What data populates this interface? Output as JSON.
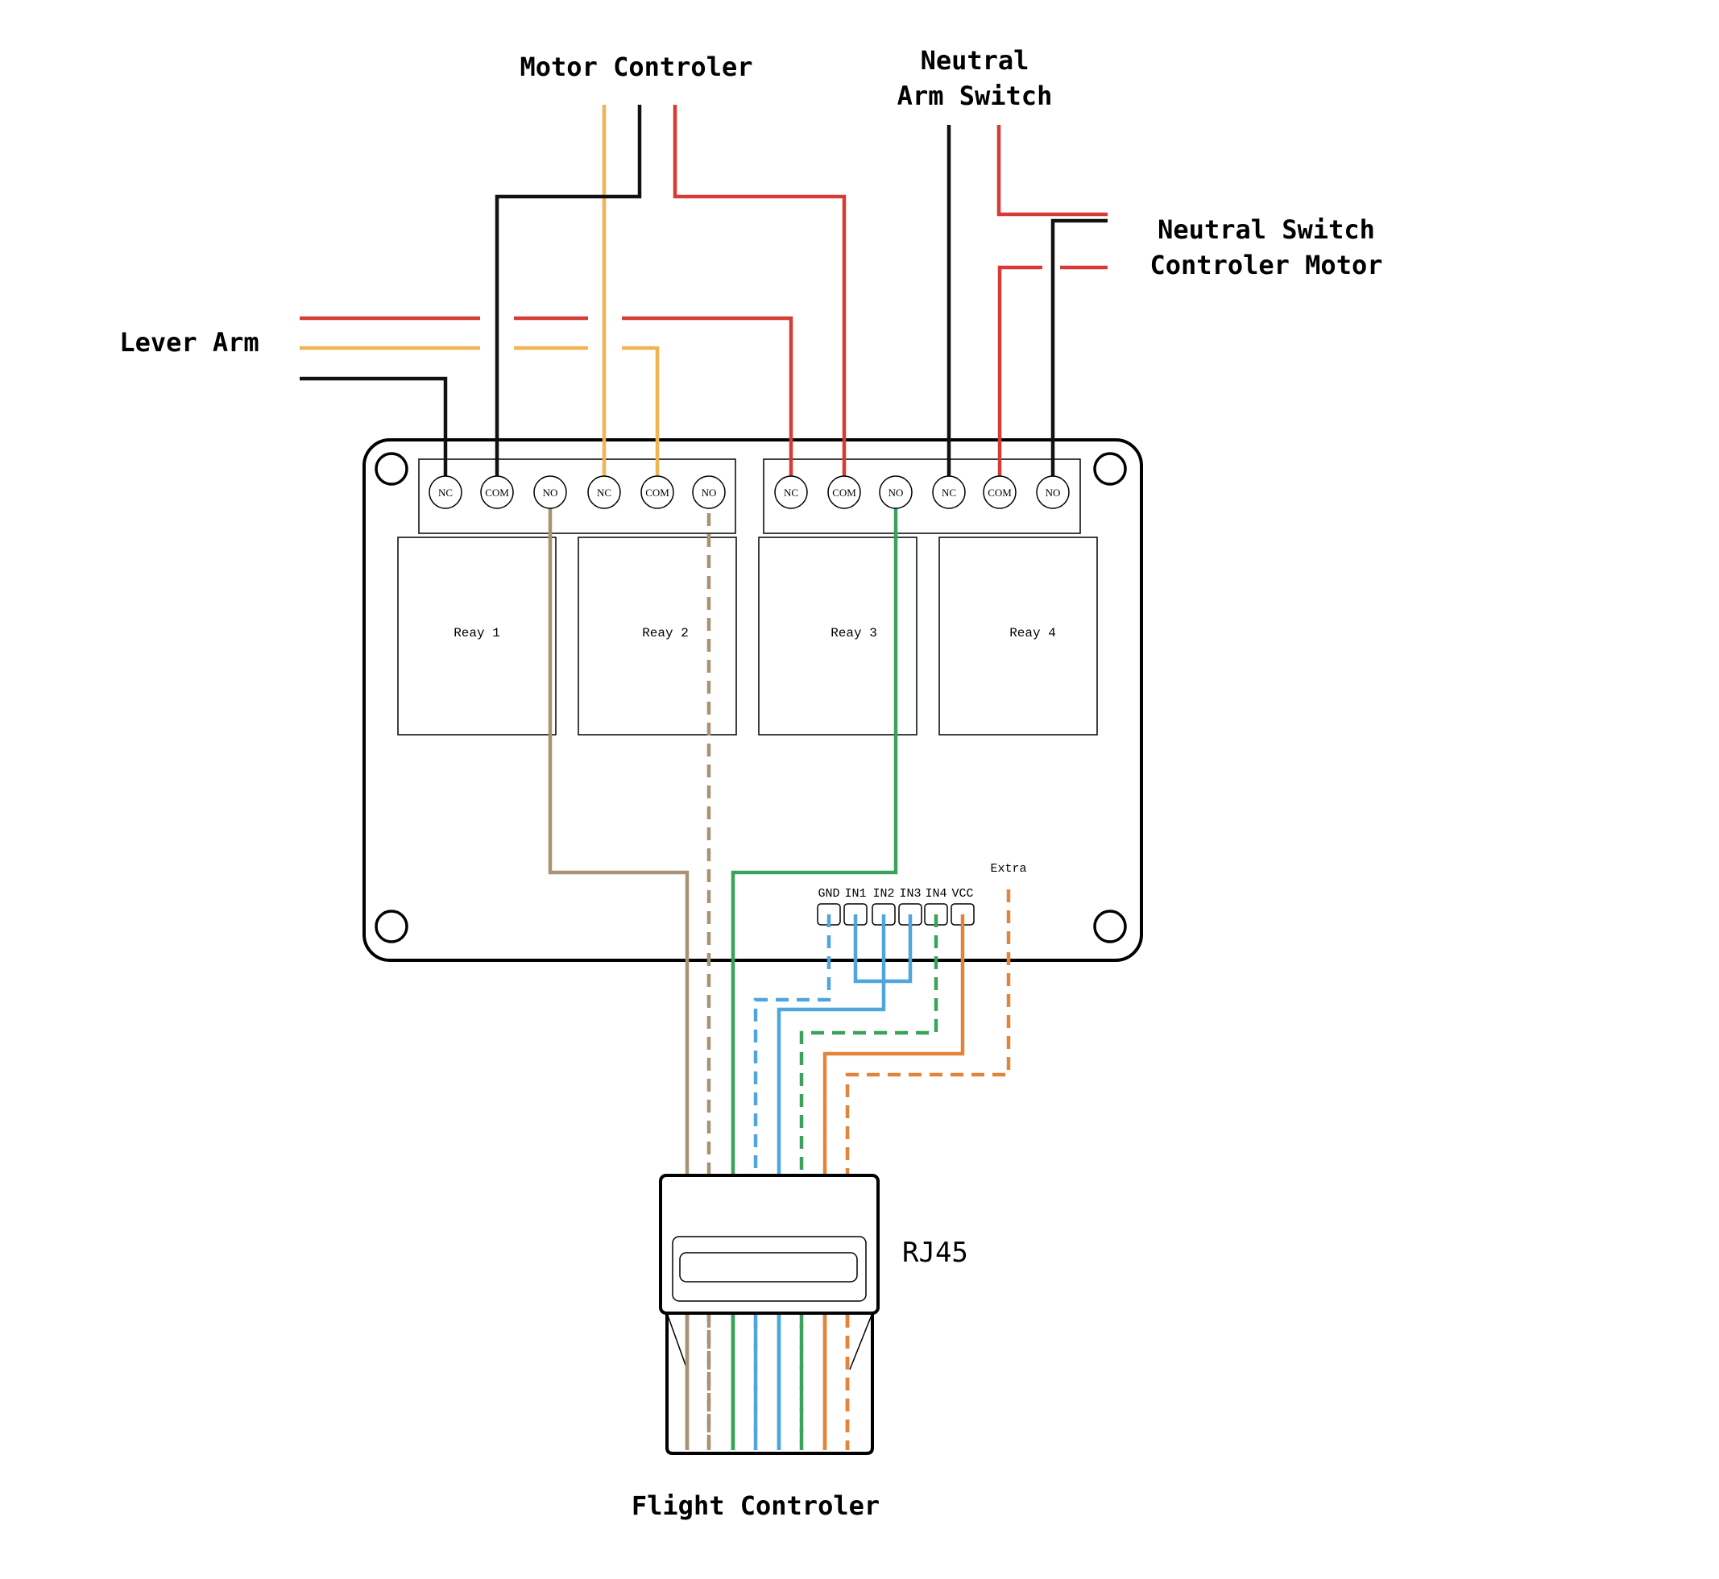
{
  "labels": {
    "motor_controler": "Motor Controler",
    "neutral_arm_switch_line1": "Neutral",
    "neutral_arm_switch_line2": "Arm Switch",
    "neutral_switch_line1": "Neutral Switch",
    "neutral_switch_line2": "Controler Motor",
    "lever_arm": "Lever Arm",
    "rj45": "RJ45",
    "flight_controler": "Flight Controler",
    "extra": "Extra"
  },
  "terminals": [
    "NC",
    "COM",
    "NO",
    "NC",
    "COM",
    "NO",
    "NC",
    "COM",
    "NO",
    "NC",
    "COM",
    "NO"
  ],
  "relays": [
    "Reay 1",
    "Reay 2",
    "Reay 3",
    "Reay 4"
  ],
  "header_pins": [
    "GND",
    "IN1",
    "IN2",
    "IN3",
    "IN4",
    "VCC"
  ],
  "colors": {
    "black": "#111111",
    "red": "#d63b35",
    "yellow": "#f0b452",
    "tan": "#a89274",
    "green": "#3aa25a",
    "blue": "#4ea6dc",
    "orange": "#e4843a"
  }
}
